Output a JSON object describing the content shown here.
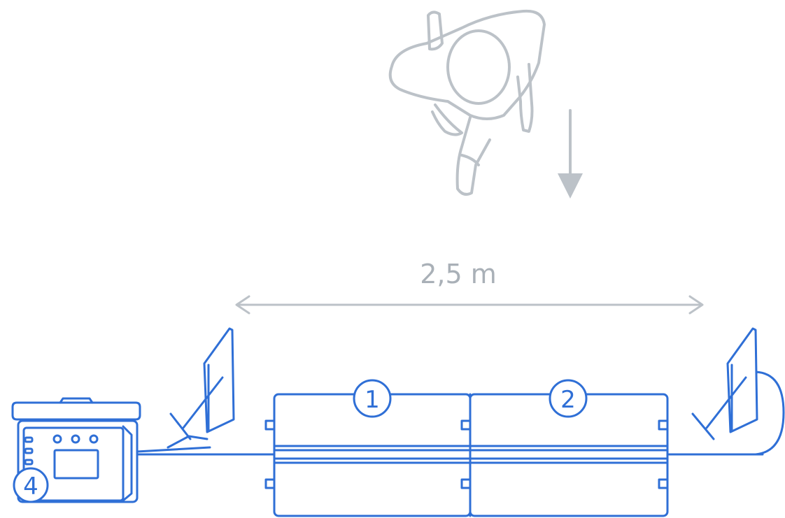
{
  "dimension": {
    "label": "2,5 m"
  },
  "callouts": [
    {
      "id": "1",
      "label": "1"
    },
    {
      "id": "2",
      "label": "2"
    },
    {
      "id": "4",
      "label": "4"
    }
  ],
  "colors": {
    "accent": "#2f6fd6",
    "neutral": "#bcc2c8"
  },
  "icons": [
    "person-topview-icon",
    "arrow-down-icon",
    "double-arrow-icon",
    "beam-sensor-icon",
    "control-unit-icon",
    "mat-section-icon"
  ]
}
